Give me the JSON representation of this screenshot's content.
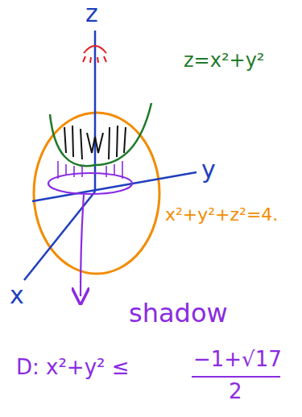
{
  "diagram": {
    "labels": [
      "z",
      "y",
      "x",
      "z=x²+y²",
      "x²+y²+z²=4.",
      "shadow",
      "D: x²+y² ≤",
      "−1+√17",
      "2"
    ]
  }
}
